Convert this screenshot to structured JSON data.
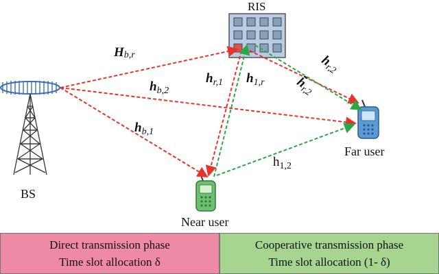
{
  "nodes": {
    "ris": "RIS",
    "bs": "BS",
    "far_user": "Far user",
    "near_user": "Near user"
  },
  "channels": {
    "H_br": {
      "main": "H",
      "sub": "b,r"
    },
    "h_b2": {
      "main": "h",
      "sub": "b,2"
    },
    "h_b1": {
      "main": "h",
      "sub": "b,1"
    },
    "h_r1": {
      "main": "h",
      "sub": "r,1"
    },
    "h_1r": {
      "main": "h",
      "sub": "1,r"
    },
    "h_r2": {
      "main": "h",
      "sub": "r,2"
    },
    "h_r2_tilde": {
      "main": "h̃",
      "sub": "r,2"
    },
    "h_12": {
      "main": "h",
      "sub": "1,2"
    }
  },
  "phases": {
    "direct": {
      "line1": "Direct transmission phase",
      "line2": "Time slot allocation δ"
    },
    "cooperative": {
      "line1": "Cooperative transmission phase",
      "line2": "Time slot allocation  (1- δ)"
    }
  },
  "colors": {
    "direct_link": "#e8332b",
    "cooperative_link": "#2aa845",
    "direct_phase_bg": "#ee8aa5",
    "cooperative_phase_bg": "#a5d58f",
    "ris_panel": "#b8cde3",
    "ris_element": "#8a9fb8",
    "far_phone": "#5b9bd5",
    "near_phone": "#6cc070"
  }
}
